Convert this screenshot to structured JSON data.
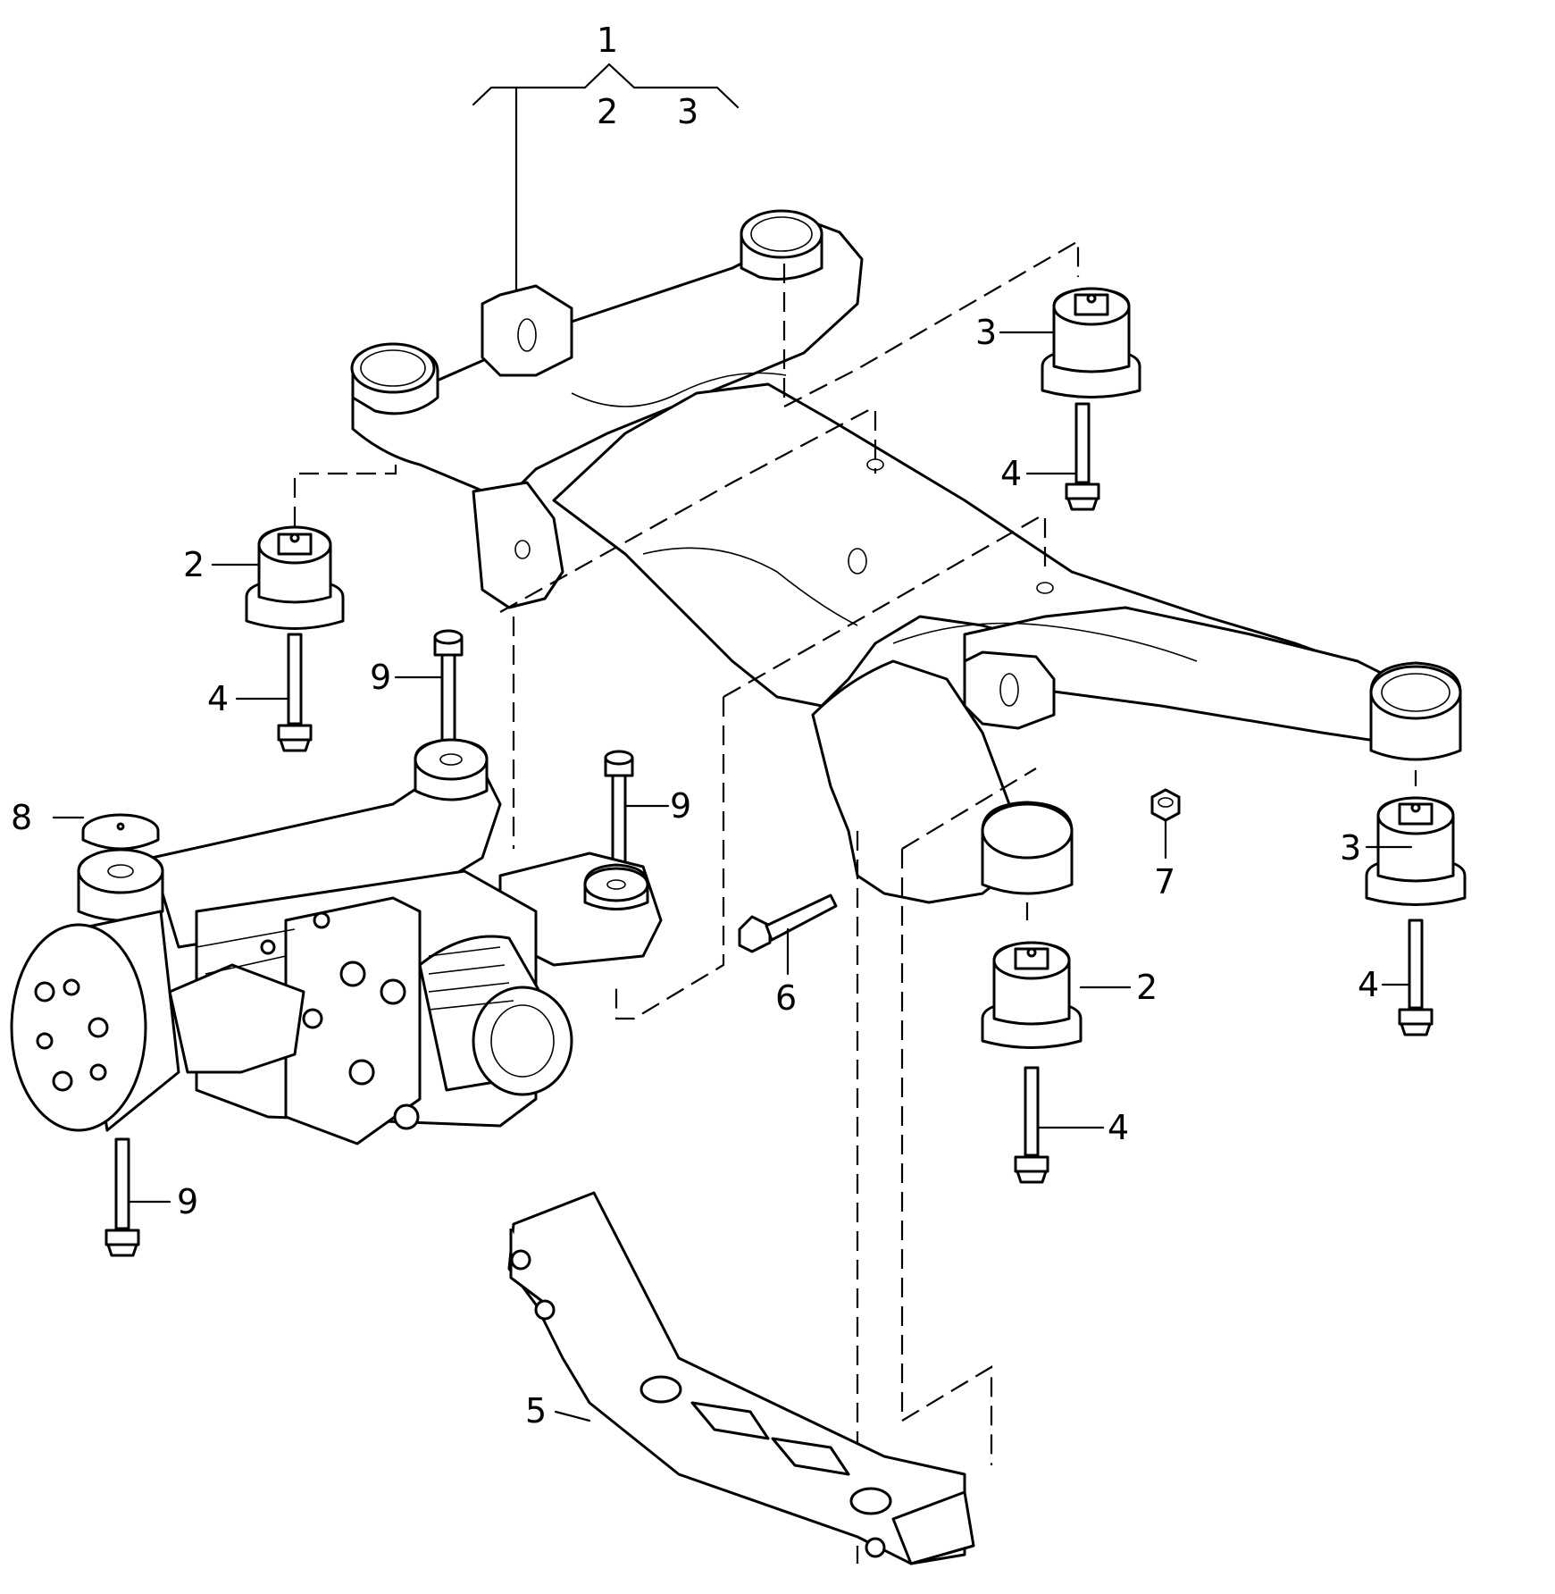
{
  "callouts": {
    "group": "1",
    "group_sub_a": "2",
    "group_sub_b": "3",
    "bush2_left": "2",
    "bolt4_left": "4",
    "bush3_top": "3",
    "bolt4_top": "4",
    "bolt9_upper": "9",
    "bolt9_mid": "9",
    "bolt9_lower": "9",
    "washer8": "8",
    "nut7": "7",
    "screw6": "6",
    "bush3_right": "3",
    "bolt4_right": "4",
    "bush2_right": "2",
    "bolt4_lower": "4",
    "bracket5": "5"
  }
}
